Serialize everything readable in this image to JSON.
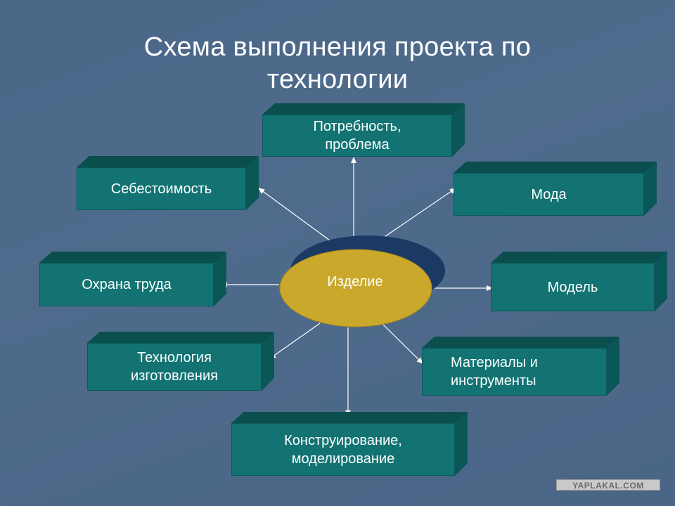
{
  "title": {
    "line1": "Схема выполнения проекта по",
    "line2": "технологии"
  },
  "center": {
    "label": "Изделие"
  },
  "nodes": {
    "need": "Потребность,\nпроблема",
    "cost": "Себестоимость",
    "fashion": "Мода",
    "safety": "Охрана труда",
    "model": "Модель",
    "technology": "Технология\nизготовления",
    "materials": "Материалы и\nинструменты",
    "design": "Конструирование,\nмоделирование"
  },
  "watermark": "YAPLAKAL.COM",
  "colors": {
    "background": "#4b6788",
    "box_front": "#137373",
    "box_top": "#0a4e4e",
    "ellipse": "#c9a82b",
    "ellipse_shadow": "#1b3a63",
    "arrow": "#ffffff"
  }
}
